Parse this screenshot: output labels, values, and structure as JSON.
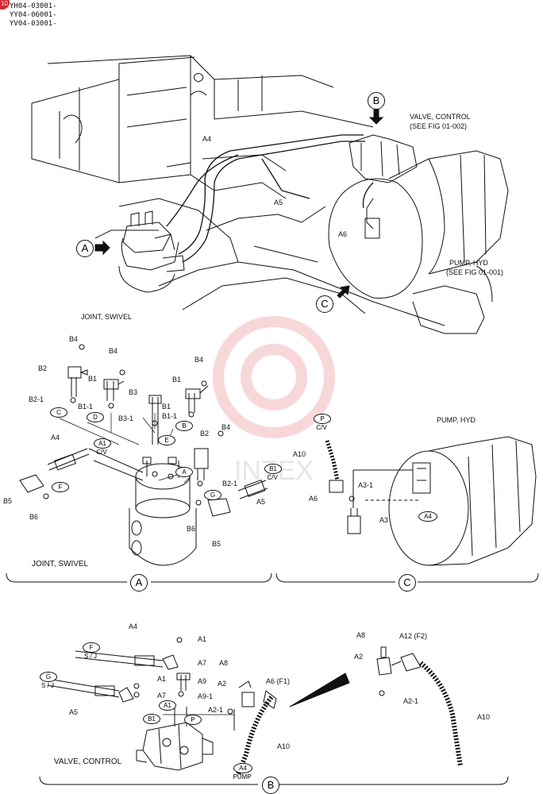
{
  "header": {
    "page_badge": "10",
    "serials": [
      "YH04-03001-",
      "YY04-06001-",
      "YV04-03001-"
    ]
  },
  "overview": {
    "valve_control": [
      "VALVE, CONTROL",
      "(SEE FIG 01-002)"
    ],
    "pump_hyd": [
      "PUMP, HYD",
      "(SEE FIG 01-001)"
    ],
    "joint_swivel": "JOINT, SWIVEL",
    "callouts": {
      "A": "A",
      "B": "B",
      "C": "C"
    },
    "parts": {
      "A4": "A4",
      "A5": "A5",
      "A6": "A6"
    }
  },
  "section_a": {
    "title": "JOINT, SWIVEL",
    "label": "A",
    "parts": {
      "b4_left": "B4",
      "b4_mid": "B4",
      "b4_right": "B4",
      "b4_low": "B4",
      "b2_top": "B2",
      "b2_1_left": "B2-1",
      "b1_left": "B1",
      "b1_1": "B1-1",
      "b3": "B3",
      "b3_1": "B3-1",
      "b1_mid": "B1",
      "b1_1_mid": "B1-1",
      "b1_right": "B1",
      "b2_right": "B2",
      "b2_1_right": "B2-1",
      "a4": "A4",
      "a5": "A5",
      "b5_left": "B5",
      "b6_left": "B6",
      "b6_right": "B6",
      "b5_right": "B5"
    },
    "ports": {
      "c": "C",
      "d": "D",
      "e": "E",
      "b": "B",
      "a": "A",
      "f": "F",
      "g": "G",
      "a1": "A1",
      "a1_sub": "C/V",
      "b1": "B1",
      "b1_sub": "C/V"
    }
  },
  "section_c": {
    "title": "PUMP, HYD",
    "label": "C",
    "parts": {
      "a10": "A10",
      "a6": "A6",
      "a3_1": "A3-1",
      "a3": "A3"
    },
    "ports": {
      "p": "P",
      "p_sub": "C/V",
      "a4": "A4"
    }
  },
  "section_b": {
    "title": "VALVE, CONTROL",
    "label": "B",
    "parts": {
      "a4": "A4",
      "a1_top": "A1",
      "a7_top": "A7",
      "a8": "A8",
      "a9": "A9",
      "a1_mid": "A1",
      "a7_mid": "A7",
      "a9_1": "A9-1",
      "a2": "A2",
      "a6_f1": "A6 (F1)",
      "a5": "A5",
      "a2_1": "A2-1",
      "a10": "A10",
      "r_a8": "A8",
      "r_a12": "A12 (F2)",
      "r_a2": "A2",
      "r_a2_1": "A2-1",
      "r_a10": "A10"
    },
    "ports": {
      "f": "F",
      "f_sub": "S / J",
      "g": "G",
      "g_sub": "S / J",
      "a1": "A1",
      "b1": "B1",
      "p": "P",
      "a4": "A4",
      "a4_sub": "PUMP"
    }
  },
  "watermark": "INTEX"
}
